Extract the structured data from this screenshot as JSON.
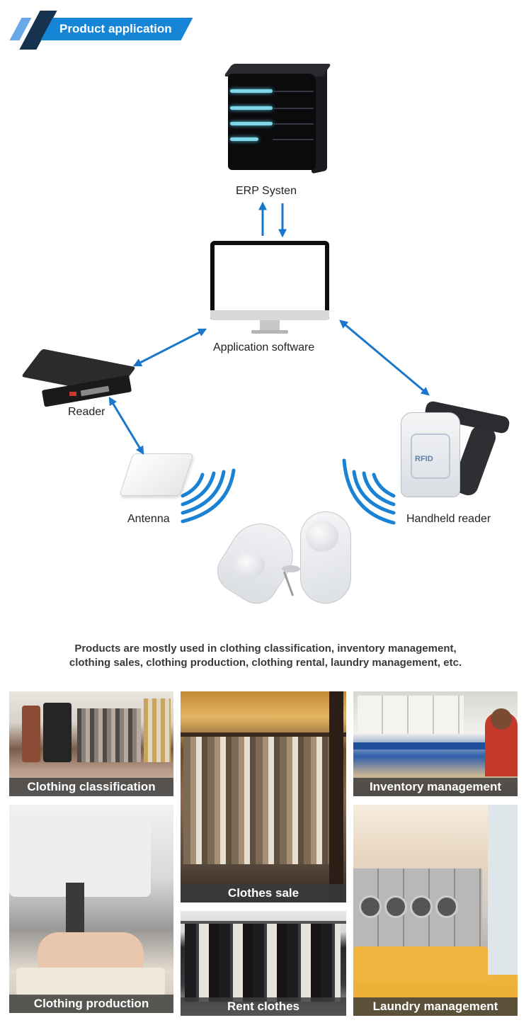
{
  "header": {
    "title": "Product application"
  },
  "diagram": {
    "nodes": {
      "erp": "ERP Systen",
      "software": "Application software",
      "reader": "Reader",
      "antenna": "Antenna",
      "handheld": "Handheld reader"
    },
    "handheld_print": "RFID",
    "icons": [
      "server-icon",
      "monitor-icon",
      "fixed-reader-icon",
      "antenna-icon",
      "handheld-reader-icon",
      "rfid-tag-icon",
      "signal-waves-icon"
    ],
    "colors": {
      "accent": "#1685d6",
      "arrow": "#1a78cc",
      "wave": "#1a82d4",
      "dark": "#17324f"
    }
  },
  "description": {
    "line1": "Products are mostly used in clothing classification, inventory management,",
    "line2": "clothing sales, clothing production, clothing rental, laundry management, etc."
  },
  "tiles": [
    {
      "caption": "Clothing classification"
    },
    {
      "caption": "Clothes sale"
    },
    {
      "caption": "Inventory management"
    },
    {
      "caption": "Clothing production"
    },
    {
      "caption": "Rent clothes"
    },
    {
      "caption": "Laundry management"
    }
  ]
}
